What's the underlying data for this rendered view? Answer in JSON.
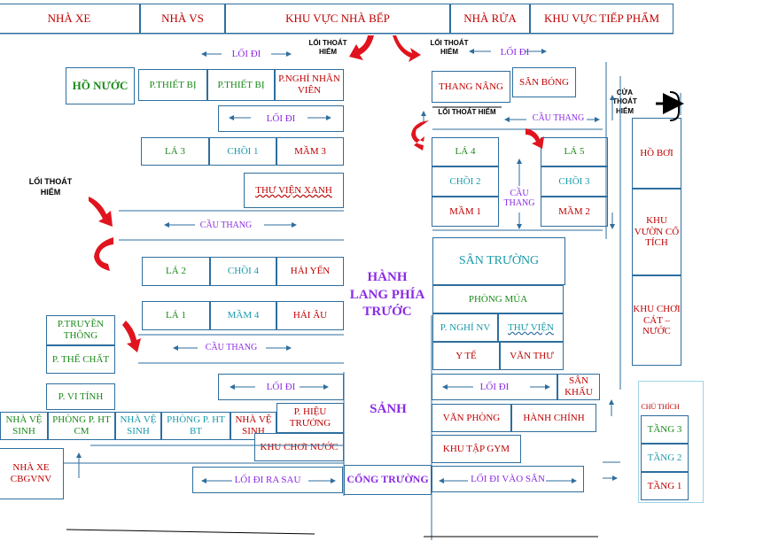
{
  "top_row": {
    "nha_xe": "NHÀ XE",
    "nha_vs": "NHÀ VS",
    "khu_bep": "KHU VỰC NHÀ BẾP",
    "nha_rua": "NHÀ RỬA",
    "tiep_pham": "KHU VỰC TIẾP PHẨM"
  },
  "exits": {
    "exit_top_left": "LỐI THOÁT HIỂM",
    "exit_top_right": "LỐI THOÁT HIỂM",
    "exit_mid_right": "LỐI THOÁT HIỂM",
    "exit_left": "LỐI THOÁT HIỂM"
  },
  "walkways": {
    "loi_di_top_left": "LỐI ĐI",
    "loi_di_top_right": "LỐI ĐI",
    "loi_di_mid": "LỐI ĐI",
    "loi_di_lower_left": "LỐI ĐI",
    "loi_di_lower_right": "LỐI ĐI",
    "loi_di_ra_sau": "LỐI ĐI RA SAU",
    "loi_di_vao_san": "LỐI ĐI VÀO SÂN"
  },
  "stairs": {
    "cau_thang_right_top": "CẦU THANG",
    "cau_thang_mid": "CẦU THANG",
    "cau_thang_left": "CẦU THANG",
    "cau_thang_vertical": "CẦU THANG"
  },
  "left_block": {
    "ho_nuoc": "HỒ NƯỚC",
    "p_thiet_bi_1": "P.THIẾT BỊ",
    "p_thiet_bi_2": "P.THIẾT BỊ",
    "p_nghi_nv": "P.NGHỈ NHÂN VIÊN",
    "la_3": "LÁ 3",
    "choi_1": "CHỒI 1",
    "mam_3": "MẦM 3",
    "thu_vien_xanh": "THƯ  VIỆN XANH",
    "la_2": "LÁ 2",
    "choi_4": "CHỒI 4",
    "hai_yen": "HẢI YẾN",
    "la_1": "LÁ 1",
    "mam_4": "MẦM 4",
    "hai_au": "HẢI ÂU",
    "p_truyen_thong": "P.TRUYỀN THÔNG",
    "p_the_chat": "P. THỂ CHẤT",
    "p_vi_tinh": "P. VI TÍNH",
    "nha_vs_1": "NHÀ VỆ SINH",
    "phong_ht_cm": "PHÒNG P. HT CM",
    "nha_vs_2": "NHÀ VỆ SINH",
    "phong_ht_bt": "PHÒNG P. HT BT",
    "nha_vs_3": "NHÀ VỆ SINH",
    "p_hieu_truong": "P. HIỆU TRƯỞNG",
    "khu_choi_nuoc": "KHU CHƠI NƯỚC",
    "nha_xe_cbgvnv": "NHÀ XE CBGVNV"
  },
  "center": {
    "hanh_lang": "HÀNH LANG PHÍA TRƯỚC",
    "sanh": "SẢNH",
    "cong_truong": "CỔNG TRƯỜNG"
  },
  "right_block": {
    "thang_nang": "THANG NÂNG",
    "san_bong": "SÂN BÓNG",
    "cua_thoat_hiem": "CỬA THOÁT HIỂM",
    "la_4": "LÁ 4",
    "choi_2": "CHỒI 2",
    "mam_1": "MẦM 1",
    "la_5": "LÁ 5",
    "choi_3": "CHỒI 3",
    "mam_2": "MẦM 2",
    "san_truong": "SÂN TRƯỜNG",
    "phong_mua": "PHÒNG MÚA",
    "p_nghi_nv": "P. NGHỈ NV",
    "thu_vien": "THƯ  VIỆN",
    "y_te": "Y TẾ",
    "van_thu": "VĂN THƯ",
    "san_khau": "SÂN KHẤU",
    "van_phong": "VĂN PHÒNG",
    "hanh_chinh": "HÀNH CHÍNH",
    "khu_tap_gym": "KHU TẬP GYM",
    "ho_boi": "HỒ BƠI",
    "khu_vuon": "KHU VƯỜN CỔ TÍCH",
    "khu_choi_cat": "KHU CHƠI CÁT – NƯỚC"
  },
  "legend": {
    "title": "CHÚ THÍCH",
    "tang_3": "TẦNG 3",
    "tang_2": "TẦNG 2",
    "tang_1": "TẦNG 1"
  },
  "colors": {
    "border": "#2e6e9e",
    "red_text": "#c00000",
    "green_text": "#1a8a1a",
    "teal_text": "#1a9aaa",
    "purple_text": "#8a2be2",
    "exit_arrow": "#e0141e"
  }
}
